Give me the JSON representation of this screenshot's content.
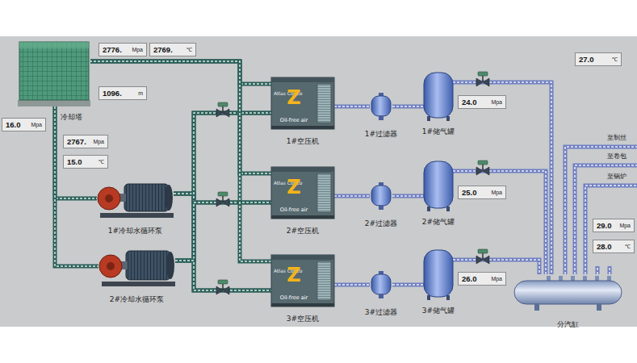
{
  "diagram": {
    "nodes": [
      {
        "text": [
          "冷却塔"
        ]
      },
      {
        "text": [
          "2776.",
          "Mpa"
        ]
      },
      {
        "text": [
          "2769.",
          "℃"
        ]
      },
      {
        "text": [
          "1096.",
          "m"
        ]
      },
      {
        "text": [
          "16.0",
          "Mpa"
        ]
      },
      {
        "text": [
          "2767.",
          "Mpa"
        ]
      },
      {
        "text": [
          "15.0",
          "℃"
        ]
      },
      {
        "text": [
          "1#冷却水循环泵"
        ]
      },
      {
        "text": [
          "2#冷却水循环泵"
        ]
      },
      {
        "text": [
          "Atlas Copco",
          "Z",
          "Oil-free air",
          "1#空压机"
        ]
      },
      {
        "text": [
          "1#过滤器"
        ]
      },
      {
        "text": [
          "1#储气罐"
        ]
      },
      {
        "text": [
          "24.0",
          "Mpa"
        ]
      },
      {
        "text": [
          "Atlas Copco",
          "Z",
          "Oil-free air",
          "2#空压机"
        ]
      },
      {
        "text": [
          "2#过滤器"
        ]
      },
      {
        "text": [
          "2#储气罐"
        ]
      },
      {
        "text": [
          "25.0",
          "Mpa"
        ]
      },
      {
        "text": [
          "Atlas Copco",
          "Z",
          "Oil-free air",
          "3#空压机"
        ]
      },
      {
        "text": [
          "3#过滤器"
        ]
      },
      {
        "text": [
          "3#储气罐"
        ]
      },
      {
        "text": [
          "26.0",
          "Mpa"
        ]
      },
      {
        "text": [
          "27.0",
          "℃"
        ]
      },
      {
        "text": [
          "29.0",
          "Mpa"
        ]
      },
      {
        "text": [
          "28.0",
          "℃"
        ]
      },
      {
        "text": [
          "分汽缸"
        ]
      }
    ],
    "edges": [
      {
        "from": 0,
        "to": 7,
        "arrow": "none"
      },
      {
        "from": 0,
        "to": 8,
        "arrow": "none"
      },
      {
        "from": 7,
        "to": 9,
        "arrow": "none"
      },
      {
        "from": 7,
        "to": 13,
        "arrow": "none"
      },
      {
        "from": 7,
        "to": 17,
        "arrow": "none"
      },
      {
        "from": 8,
        "to": 9,
        "arrow": "none"
      },
      {
        "from": 8,
        "to": 13,
        "arrow": "none"
      },
      {
        "from": 8,
        "to": 17,
        "arrow": "none"
      },
      {
        "from": 9,
        "to": 0,
        "arrow": "none"
      },
      {
        "from": 13,
        "to": 0,
        "arrow": "none"
      },
      {
        "from": 17,
        "to": 0,
        "arrow": "none"
      },
      {
        "from": 9,
        "to": 10,
        "arrow": "none"
      },
      {
        "from": 10,
        "to": 11,
        "arrow": "none"
      },
      {
        "from": 11,
        "to": 24,
        "arrow": "none"
      },
      {
        "from": 13,
        "to": 14,
        "arrow": "none"
      },
      {
        "from": 14,
        "to": 15,
        "arrow": "none"
      },
      {
        "from": 15,
        "to": 24,
        "arrow": "none"
      },
      {
        "from": 17,
        "to": 18,
        "arrow": "none"
      },
      {
        "from": 18,
        "to": 19,
        "arrow": "none"
      },
      {
        "from": 19,
        "to": 24,
        "arrow": "none"
      }
    ],
    "labels": [
      "至制丝",
      "至卷包",
      "至锅炉"
    ]
  }
}
